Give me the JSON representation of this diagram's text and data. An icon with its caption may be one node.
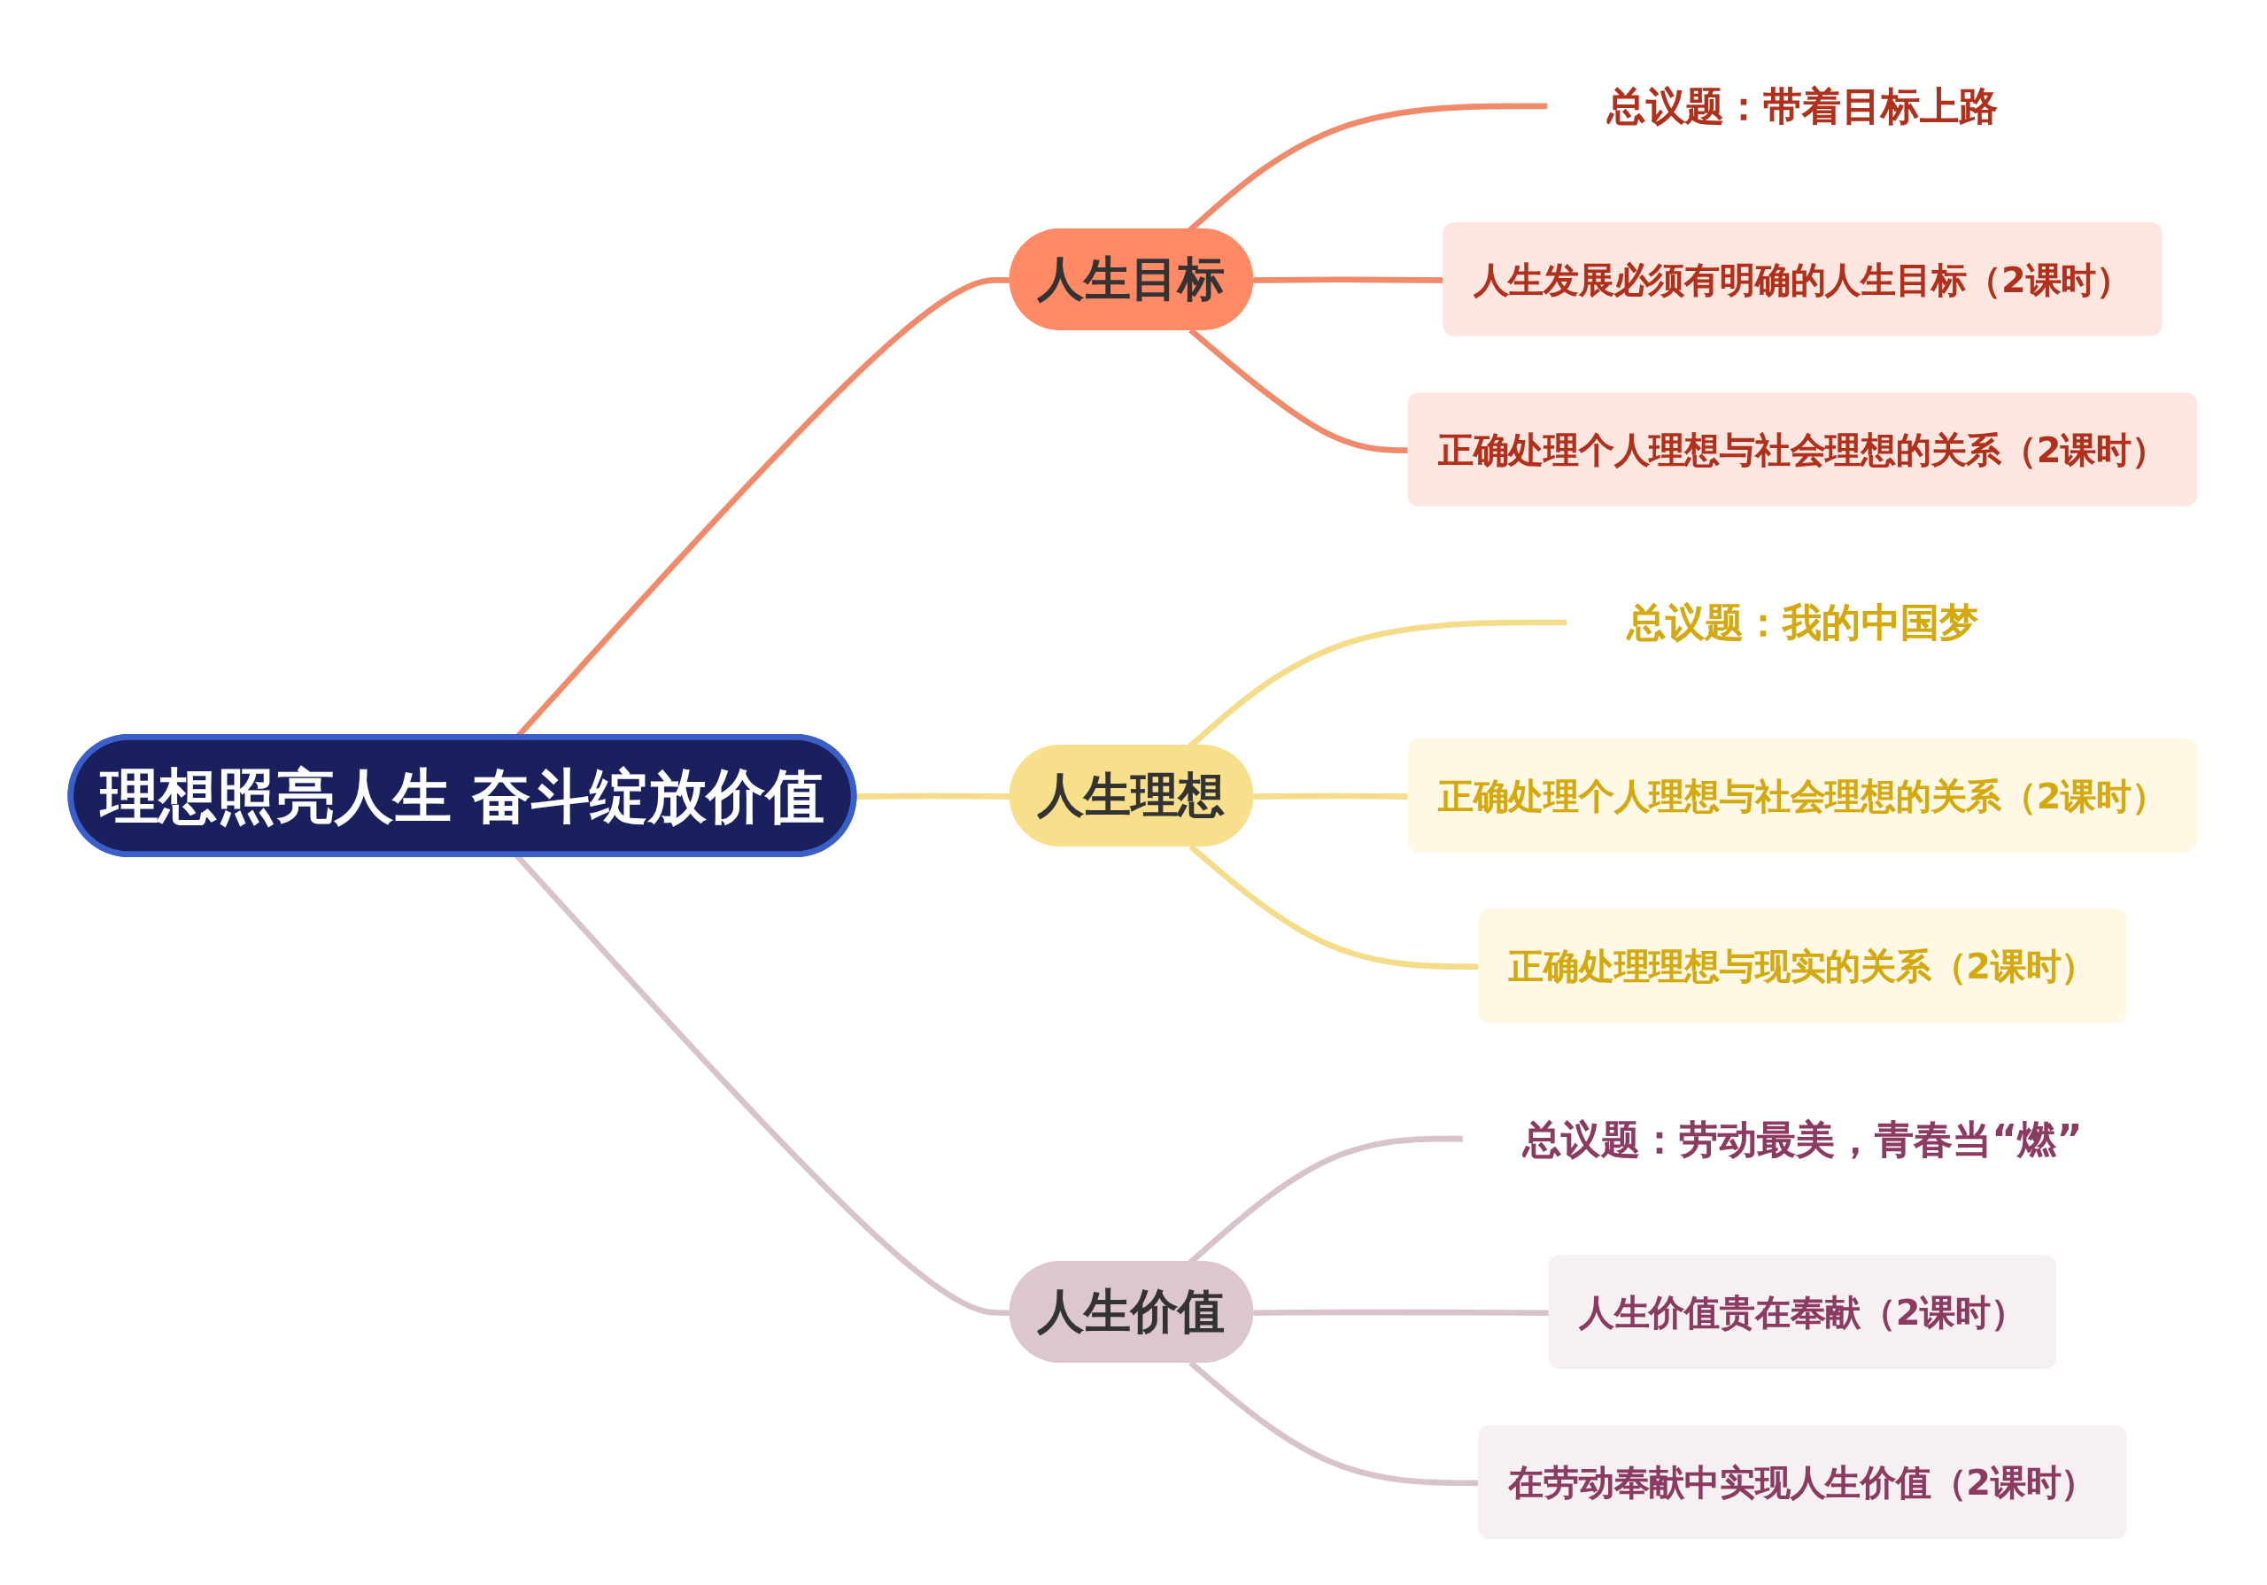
{
  "diagram": {
    "nodes": [
      {
        "text": [
          "理想照亮人生 奋斗绽放价值"
        ]
      },
      {
        "text": [
          "人生目标"
        ]
      },
      {
        "text": [
          "总议题：带着目标上路"
        ]
      },
      {
        "text": [
          "人生发展必须有明确的人生目标（2课时）"
        ]
      },
      {
        "text": [
          "正确处理个人理想与社会理想的关系（2课时）"
        ]
      },
      {
        "text": [
          "人生理想"
        ]
      },
      {
        "text": [
          "总议题：我的中国梦"
        ]
      },
      {
        "text": [
          "正确处理个人理想与社会理想的关系（2课时）"
        ]
      },
      {
        "text": [
          "正确处理理想与现实的关系（2课时）"
        ]
      },
      {
        "text": [
          "人生价值"
        ]
      },
      {
        "text": [
          "总议题：劳动最美，青春当“燃”"
        ]
      },
      {
        "text": [
          "人生价值贵在奉献（2课时）"
        ]
      },
      {
        "text": [
          "在劳动奉献中实现人生价值（2课时）"
        ]
      }
    ],
    "edges": [
      {
        "from": 0,
        "to": 1,
        "arrow": "none",
        "color": "#f08a6a"
      },
      {
        "from": 1,
        "to": 2,
        "arrow": "none",
        "color": "#f08a6a"
      },
      {
        "from": 1,
        "to": 3,
        "arrow": "none",
        "color": "#f08a6a"
      },
      {
        "from": 1,
        "to": 4,
        "arrow": "none",
        "color": "#f08a6a"
      },
      {
        "from": 0,
        "to": 5,
        "arrow": "none",
        "color": "#f5dc8a"
      },
      {
        "from": 5,
        "to": 6,
        "arrow": "none",
        "color": "#f5dc8a"
      },
      {
        "from": 5,
        "to": 7,
        "arrow": "none",
        "color": "#f5dc8a"
      },
      {
        "from": 5,
        "to": 8,
        "arrow": "none",
        "color": "#f5dc8a"
      },
      {
        "from": 0,
        "to": 9,
        "arrow": "none",
        "color": "#d8c3cc"
      },
      {
        "from": 9,
        "to": 10,
        "arrow": "none",
        "color": "#d8c3cc"
      },
      {
        "from": 9,
        "to": 11,
        "arrow": "none",
        "color": "#d8c3cc"
      },
      {
        "from": 9,
        "to": 12,
        "arrow": "none",
        "color": "#d8c3cc"
      }
    ]
  }
}
